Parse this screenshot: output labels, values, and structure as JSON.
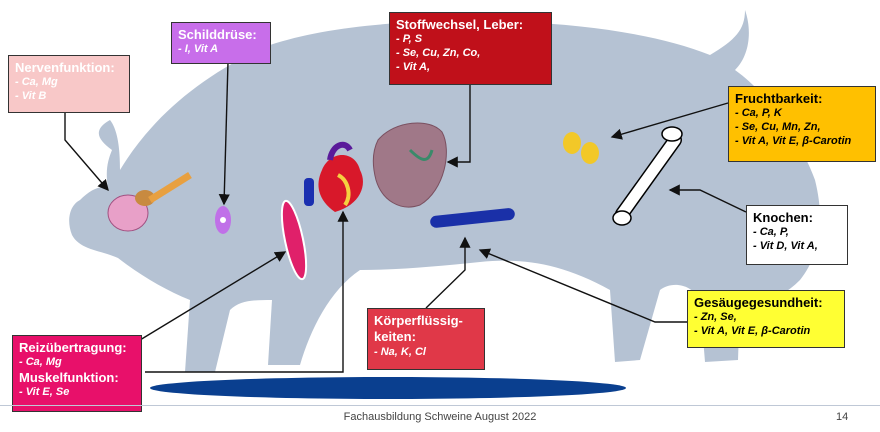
{
  "footer": {
    "text": "Fachausbildung Schweine August 2022",
    "page": "14"
  },
  "colors": {
    "pig": "#b5c2d3",
    "ground": "#0a3f8f",
    "nerven": "#f8c8c8",
    "schild": "#c86eea",
    "stoff": "#c0101a",
    "frucht": "#ffc000",
    "knochen": "#ffffff",
    "gesaeuge": "#ffff33",
    "koerper": "#e03848",
    "reiz": "#e8106a"
  },
  "boxes": {
    "nerven": {
      "title": "Nervenfunktion:",
      "lines": [
        "- Ca, Mg",
        "- Vit B"
      ]
    },
    "schild": {
      "title": "Schilddrüse:",
      "lines": [
        "- I, Vit A"
      ]
    },
    "stoff": {
      "title": "Stoffwechsel, Leber:",
      "lines": [
        "- P, S",
        "- Se, Cu, Zn, Co,",
        "- Vit A,"
      ]
    },
    "frucht": {
      "title": "Fruchtbarkeit:",
      "lines": [
        "- Ca, P, K",
        "- Se, Cu, Mn, Zn,",
        "- Vit A, Vit E, β-Carotin"
      ]
    },
    "knochen": {
      "title": "Knochen:",
      "lines": [
        "- Ca, P,",
        "- Vit D, Vit A,"
      ]
    },
    "gesaeuge": {
      "title": "Gesäugegesundheit:",
      "lines": [
        "- Zn, Se,",
        "- Vit A, Vit E, β-Carotin"
      ]
    },
    "koerper": {
      "title": "Körperflüssig-",
      "title2": "keiten:",
      "lines": [
        "- Na, K, Cl"
      ]
    },
    "reiz": {
      "title": "Reizübertragung:",
      "lines": [
        "- Ca, Mg"
      ],
      "title2": "Muskelfunktion:",
      "lines2": [
        "- Vit E, Se"
      ]
    }
  }
}
